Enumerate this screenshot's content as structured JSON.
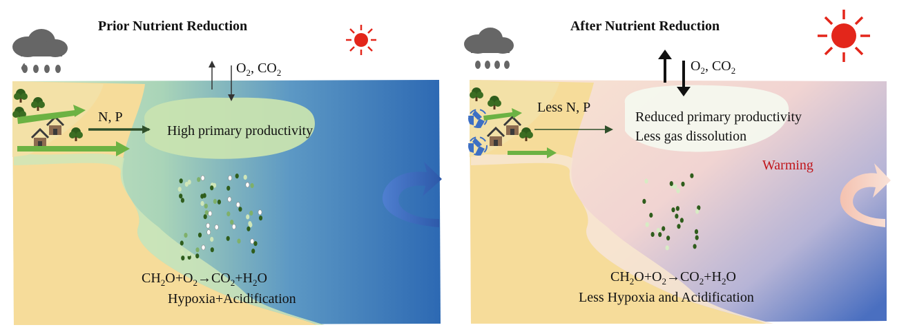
{
  "left_panel": {
    "title": "Prior Nutrient Reduction",
    "gas": {
      "main": "O",
      "sub1": "2",
      "mid": ", CO",
      "sub2": "2"
    },
    "nutrient_label": "N, P",
    "bloom_label": "High primary productivity",
    "reaction": {
      "p1": "CH",
      "s1": "2",
      "p2": "O+O",
      "s2": "2",
      "arrow": "→",
      "p3": "CO",
      "s3": "2",
      "p4": "+H",
      "s4": "2",
      "p5": "O"
    },
    "outcome": "Hypoxia+Acidification"
  },
  "right_panel": {
    "title": "After Nutrient Reduction",
    "gas": {
      "main": "O",
      "sub1": "2",
      "mid": ", CO",
      "sub2": "2"
    },
    "nutrient_label": "Less N, P",
    "bloom_line1": "Reduced primary productivity",
    "bloom_line2": "Less gas dissolution",
    "warming_label": "Warming",
    "reaction": {
      "p1": "CH",
      "s1": "2",
      "p2": "O+O",
      "s2": "2",
      "arrow": "→",
      "p3": "CO",
      "s3": "2",
      "p4": "+H",
      "s4": "2",
      "p5": "O"
    },
    "outcome": "Less Hypoxia and Acidification"
  },
  "colors": {
    "sand": "#f6dc9a",
    "coastal_green": "#b7d9a8",
    "ocean_blue": "#2f6fb7",
    "sun_red": "#e3261b",
    "warming_red": "#c0151a",
    "arrow_green": "#6cb243",
    "recycle_blue": "#3d6fc4"
  },
  "icons": [
    "rain-cloud-icon",
    "sun-icon",
    "tree-icon",
    "house-icon",
    "recycle-icon",
    "curved-arrow-icon"
  ]
}
